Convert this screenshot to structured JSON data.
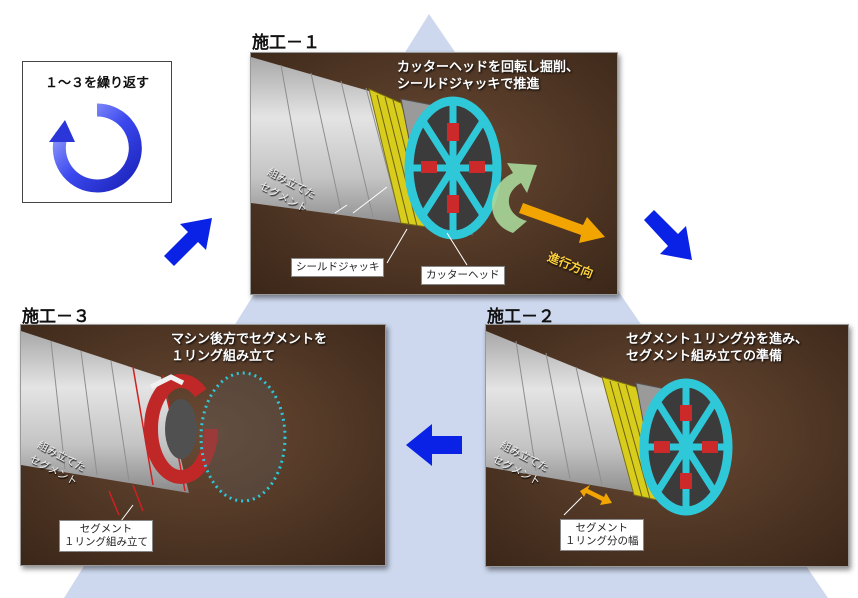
{
  "loop_box": {
    "text": "１～３を繰り返す"
  },
  "stage1": {
    "title": "施工－１",
    "caption_line1": "カッターヘッドを回転し掘削、",
    "caption_line2": "シールドジャッキで推進",
    "segment_label_1": "組み立てた",
    "segment_label_2": "セグメント",
    "jack_label": "シールドジャッキ",
    "cutter_label": "カッターヘッド",
    "direction_label": "進行方向"
  },
  "stage2": {
    "title": "施工－２",
    "caption_line1": "セグメント１リング分を進み、",
    "caption_line2": "セグメント組み立ての準備",
    "segment_label_1": "組み立てた",
    "segment_label_2": "セグメント",
    "box_line1": "セグメント",
    "box_line2": "１リング分の幅"
  },
  "stage3": {
    "title": "施工－３",
    "caption_line1": "マシン後方でセグメントを",
    "caption_line2": "１リング組み立て",
    "segment_label_1": "組み立てた",
    "segment_label_2": "セグメント",
    "box_line1": "セグメント",
    "box_line2": "１リング組み立て"
  },
  "colors": {
    "triangle": "#cdd8ee",
    "arrow_blue": "#0a22e6",
    "panel_bg": "#4a3424",
    "cutter_cyan": "#2fc8d8",
    "segment_gray": "#bfbfbf",
    "jack_yellow": "#f4e61e",
    "accent_red": "#cc2a2a",
    "direction_orange": "#f2a500",
    "rotation_green": "#a8d89a"
  }
}
